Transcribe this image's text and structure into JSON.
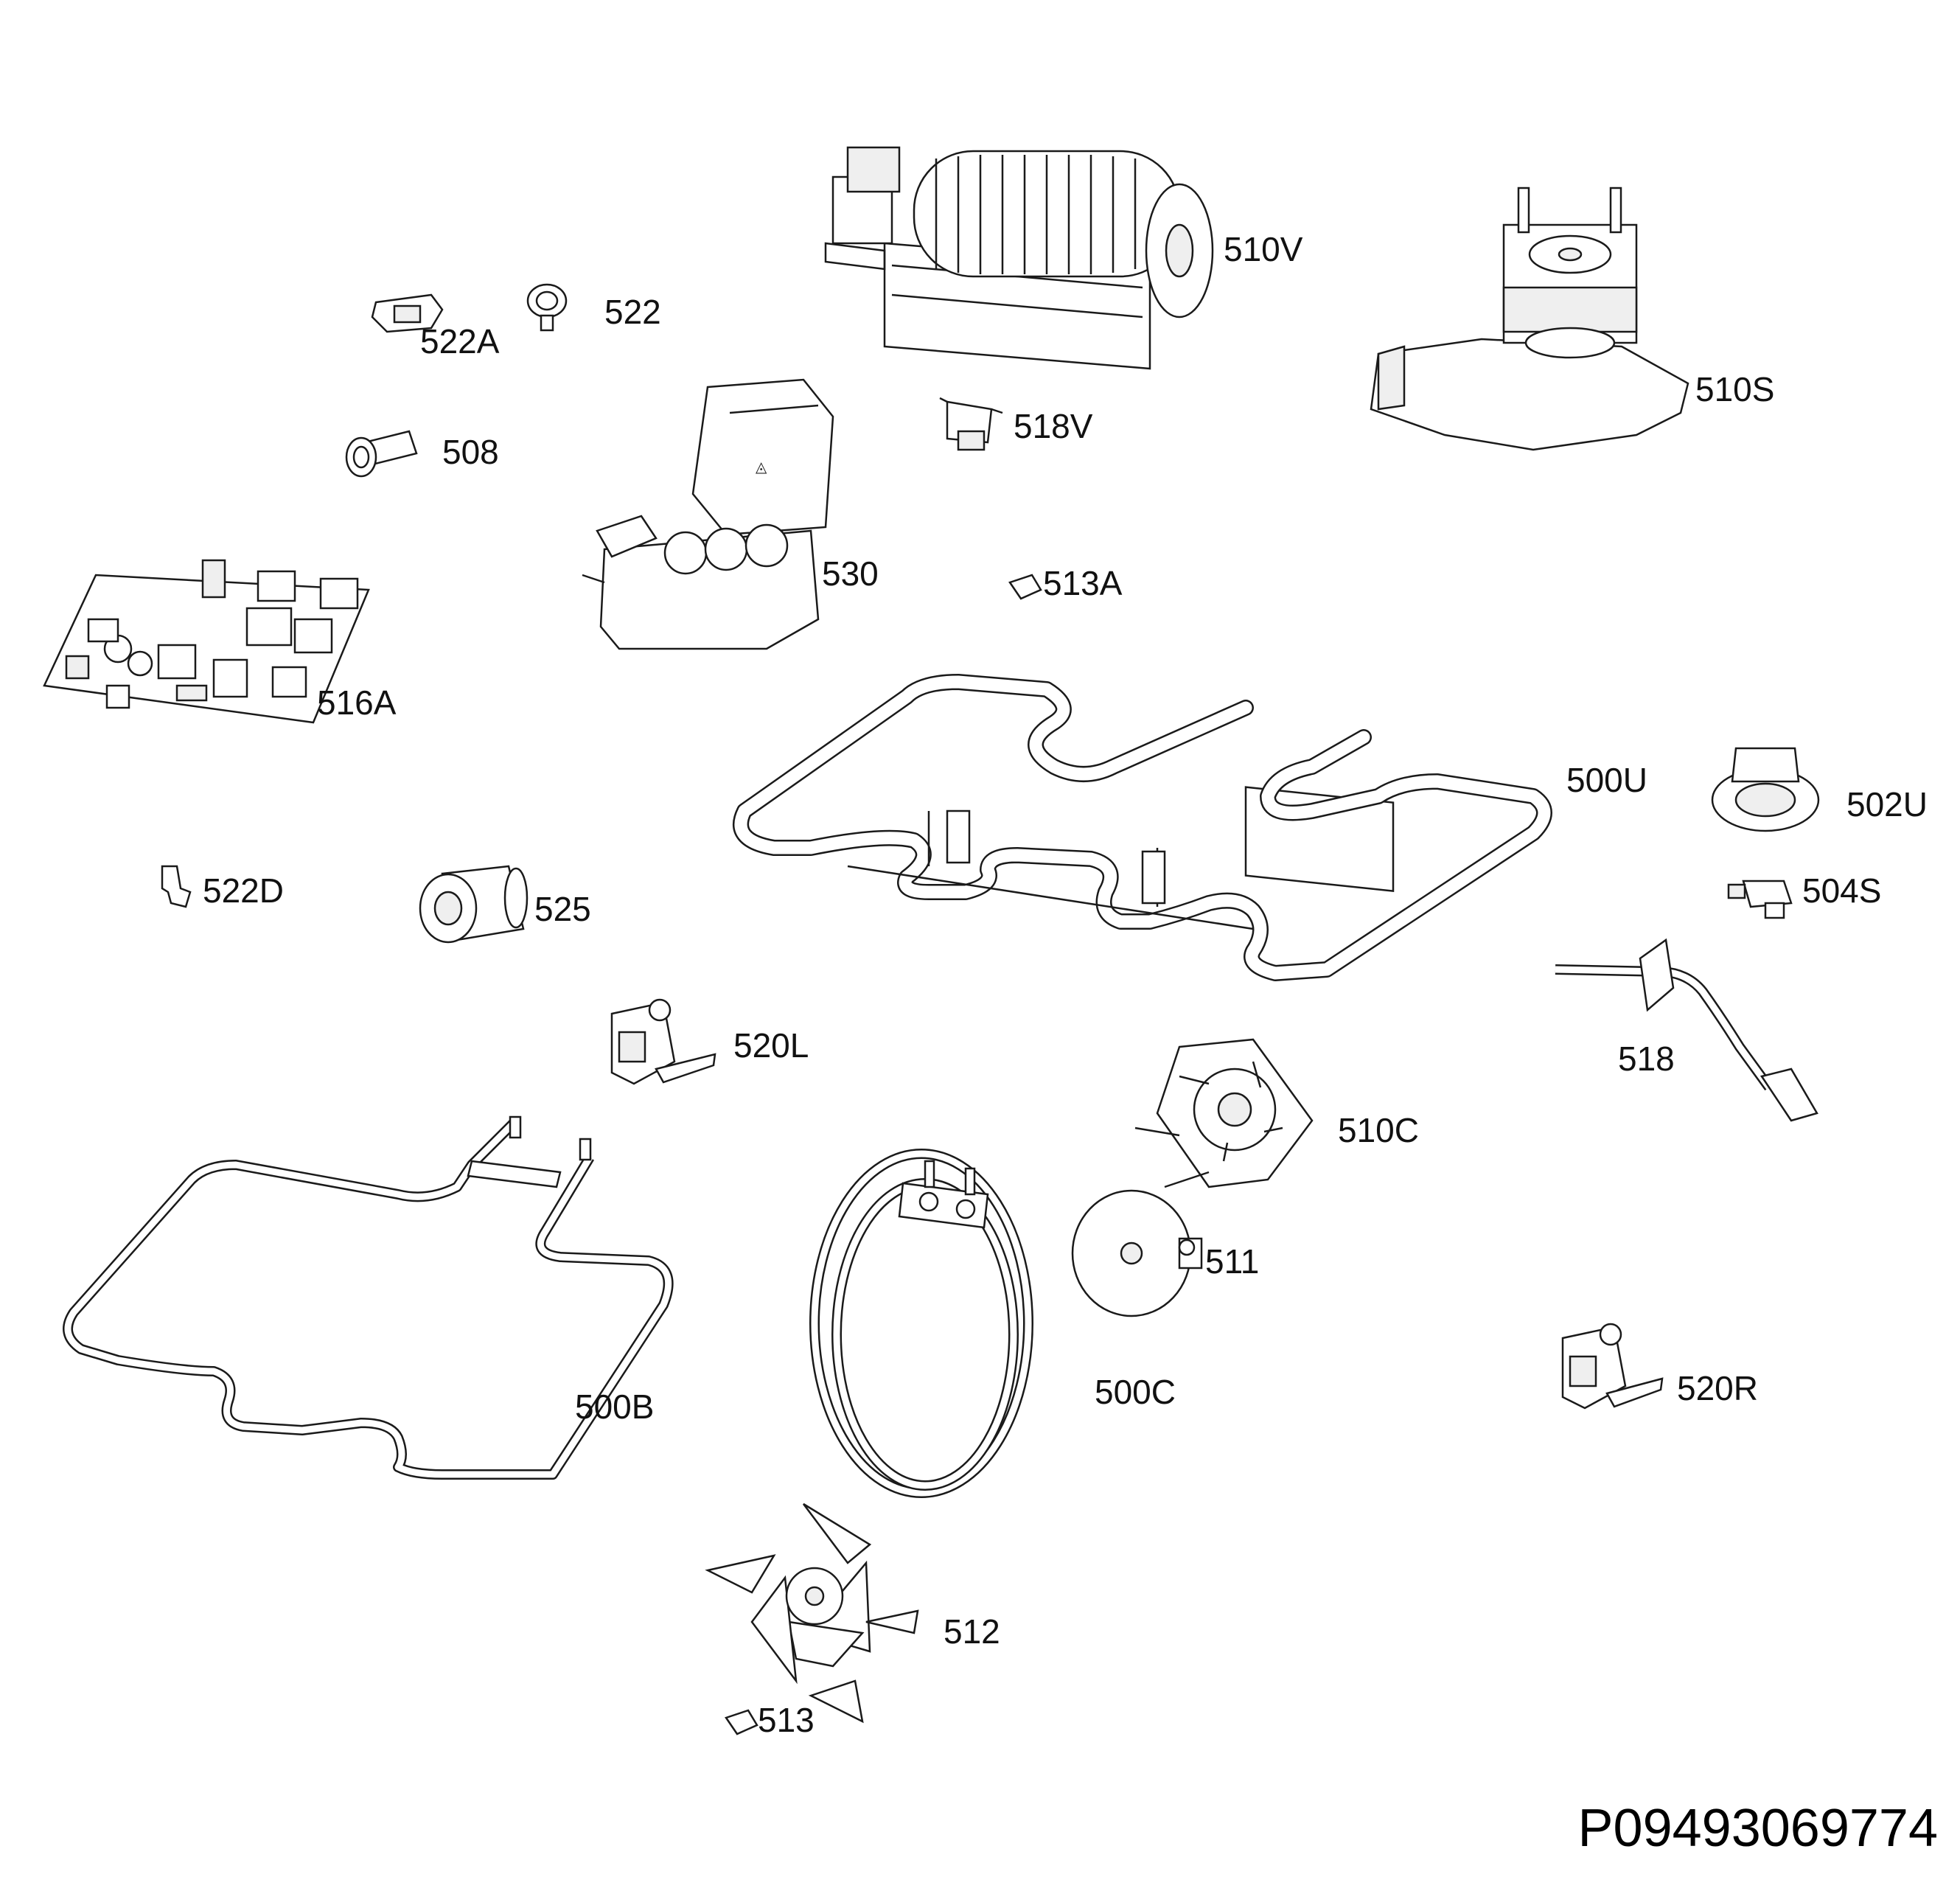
{
  "document_id": "P09493069774",
  "parts": {
    "p510V": "510V",
    "p522": "522",
    "p522A": "522A",
    "p510S": "510S",
    "p518V": "518V",
    "p508": "508",
    "p530": "530",
    "p513A": "513A",
    "p516A": "516A",
    "p500U": "500U",
    "p502U": "502U",
    "p504S": "504S",
    "p522D": "522D",
    "p525": "525",
    "p518": "518",
    "p520L": "520L",
    "p510C": "510C",
    "p511": "511",
    "p500B": "500B",
    "p500C": "500C",
    "p520R": "520R",
    "p512": "512",
    "p513": "513"
  }
}
